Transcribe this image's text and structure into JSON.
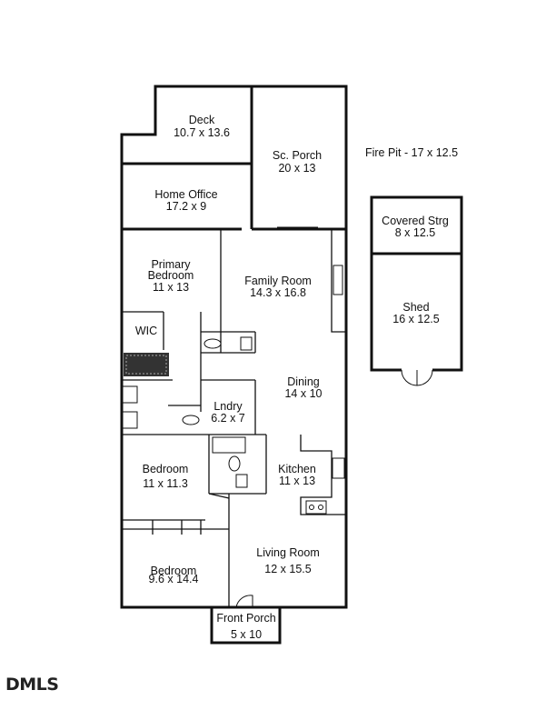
{
  "rooms": [
    {
      "id": "deck",
      "name": "Deck",
      "dims": "10.7 x 13.6"
    },
    {
      "id": "sc-porch",
      "name": "Sc. Porch",
      "dims": "20 x 13"
    },
    {
      "id": "home-office",
      "name": "Home Office",
      "dims": "17.2 x 9"
    },
    {
      "id": "primary-bedroom",
      "name": "Primary",
      "name2": "Bedroom",
      "dims": "11 x 13"
    },
    {
      "id": "family-room",
      "name": "Family Room",
      "dims": "14.3 x 16.8"
    },
    {
      "id": "wic",
      "name": "WIC"
    },
    {
      "id": "dining",
      "name": "Dining",
      "dims": "14 x 10"
    },
    {
      "id": "laundry",
      "name": "Lndry",
      "dims": "6.2 x 7"
    },
    {
      "id": "bedroom-2",
      "name": "Bedroom",
      "dims": "11 x 11.3"
    },
    {
      "id": "kitchen",
      "name": "Kitchen",
      "dims": "11 x 13"
    },
    {
      "id": "living-room",
      "name": "Living Room",
      "dims": "12 x 15.5"
    },
    {
      "id": "bedroom-3",
      "name": "Bedroom",
      "dims": "9.6 x 14.4"
    },
    {
      "id": "front-porch",
      "name": "Front Porch",
      "dims": "5 x 10"
    },
    {
      "id": "covered-storage",
      "name": "Covered Strg",
      "dims": "8 x 12.5"
    },
    {
      "id": "shed",
      "name": "Shed",
      "dims": "16 x 12.5"
    }
  ],
  "fire_pit": "Fire Pit - 17 x 12.5",
  "logo": "DMLS"
}
